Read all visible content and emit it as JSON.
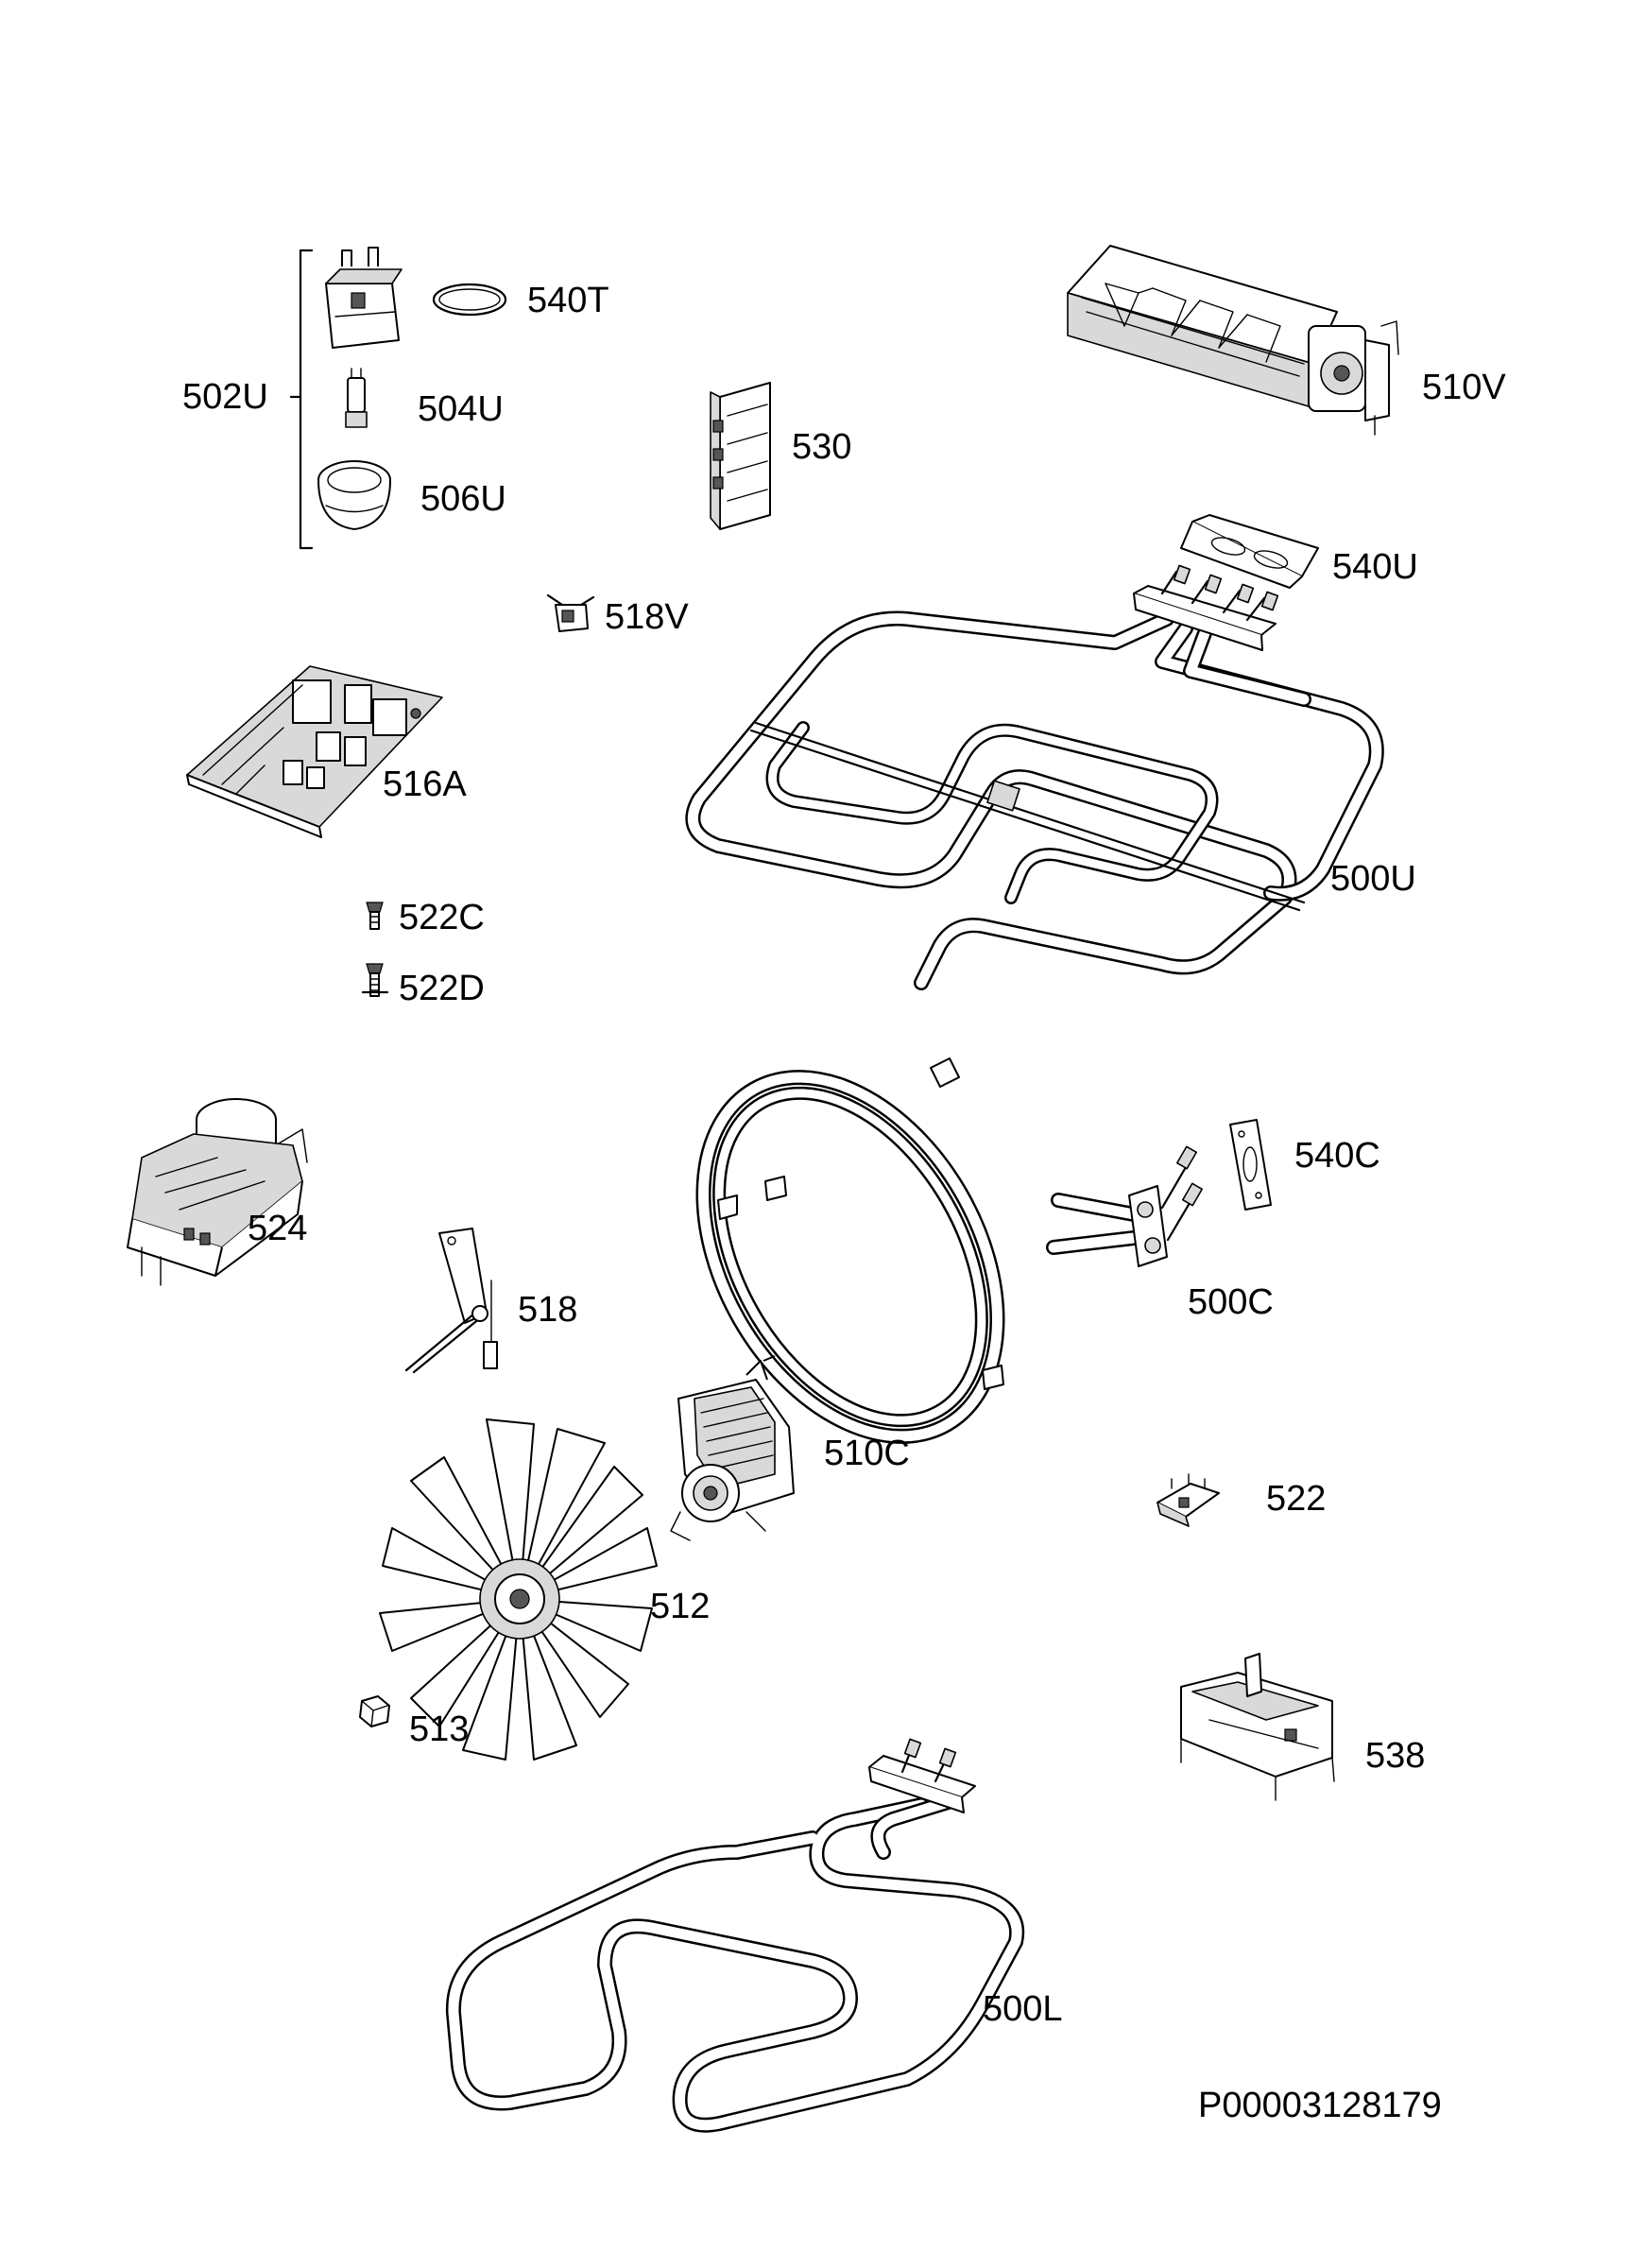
{
  "parts": [
    {
      "ref": "502U"
    },
    {
      "ref": "540T"
    },
    {
      "ref": "504U"
    },
    {
      "ref": "506U"
    },
    {
      "ref": "530"
    },
    {
      "ref": "510V"
    },
    {
      "ref": "540U"
    },
    {
      "ref": "518V"
    },
    {
      "ref": "516A"
    },
    {
      "ref": "500U"
    },
    {
      "ref": "522C"
    },
    {
      "ref": "522D"
    },
    {
      "ref": "524"
    },
    {
      "ref": "540C"
    },
    {
      "ref": "518"
    },
    {
      "ref": "500C"
    },
    {
      "ref": "510C"
    },
    {
      "ref": "522"
    },
    {
      "ref": "512"
    },
    {
      "ref": "513"
    },
    {
      "ref": "538"
    },
    {
      "ref": "500L"
    }
  ],
  "document_id": "P00003128179"
}
